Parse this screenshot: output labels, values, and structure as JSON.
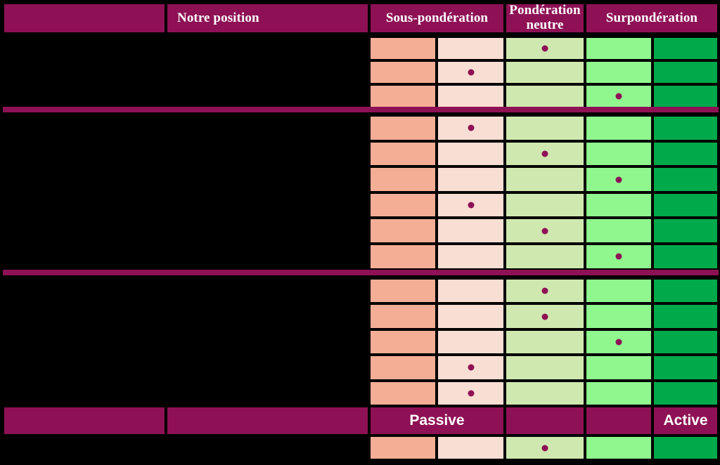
{
  "table": {
    "header": {
      "col_blank": "",
      "col_position": "Notre position",
      "col_under": "Sous-pondération",
      "col_neutral": "Pondération neutre",
      "col_over": "Surpondération"
    },
    "footer": {
      "passive_label": "Passive",
      "active_label": "Active",
      "blank_label": ""
    },
    "scale_steps": 5,
    "colors": {
      "header_bg": "#8E1155",
      "header_text": "#FFFFFF",
      "marker": "#8E1155",
      "background": "#000000",
      "step_1": "#F5AE96",
      "step_2": "#F9DED3",
      "step_3": "#CFE8B0",
      "step_4": "#90F78E",
      "step_5": "#00AA4A",
      "grid_line": "#000000"
    },
    "sections": [
      {
        "name": "",
        "rows": [
          {
            "label": "",
            "position": "",
            "marker_step": 3
          },
          {
            "label": "",
            "position": "",
            "marker_step": 2
          },
          {
            "label": "",
            "position": "",
            "marker_step": 4
          }
        ]
      },
      {
        "name": "",
        "rows": [
          {
            "label": "",
            "position": "",
            "marker_step": 2
          },
          {
            "label": "",
            "position": "",
            "marker_step": 3
          },
          {
            "label": "",
            "position": "",
            "marker_step": 4
          },
          {
            "label": "",
            "position": "",
            "marker_step": 2
          },
          {
            "label": "",
            "position": "",
            "marker_step": 3
          },
          {
            "label": "",
            "position": "",
            "marker_step": 4
          }
        ]
      },
      {
        "name": "",
        "rows": [
          {
            "label": "",
            "position": "",
            "marker_step": 3
          },
          {
            "label": "",
            "position": "",
            "marker_step": 3
          },
          {
            "label": "",
            "position": "",
            "marker_step": 4
          },
          {
            "label": "",
            "position": "",
            "marker_step": 2
          },
          {
            "label": "",
            "position": "",
            "marker_step": 2
          }
        ]
      },
      {
        "name": "",
        "rows": [
          {
            "label": "",
            "position": "",
            "marker_step": 3
          }
        ]
      }
    ]
  }
}
